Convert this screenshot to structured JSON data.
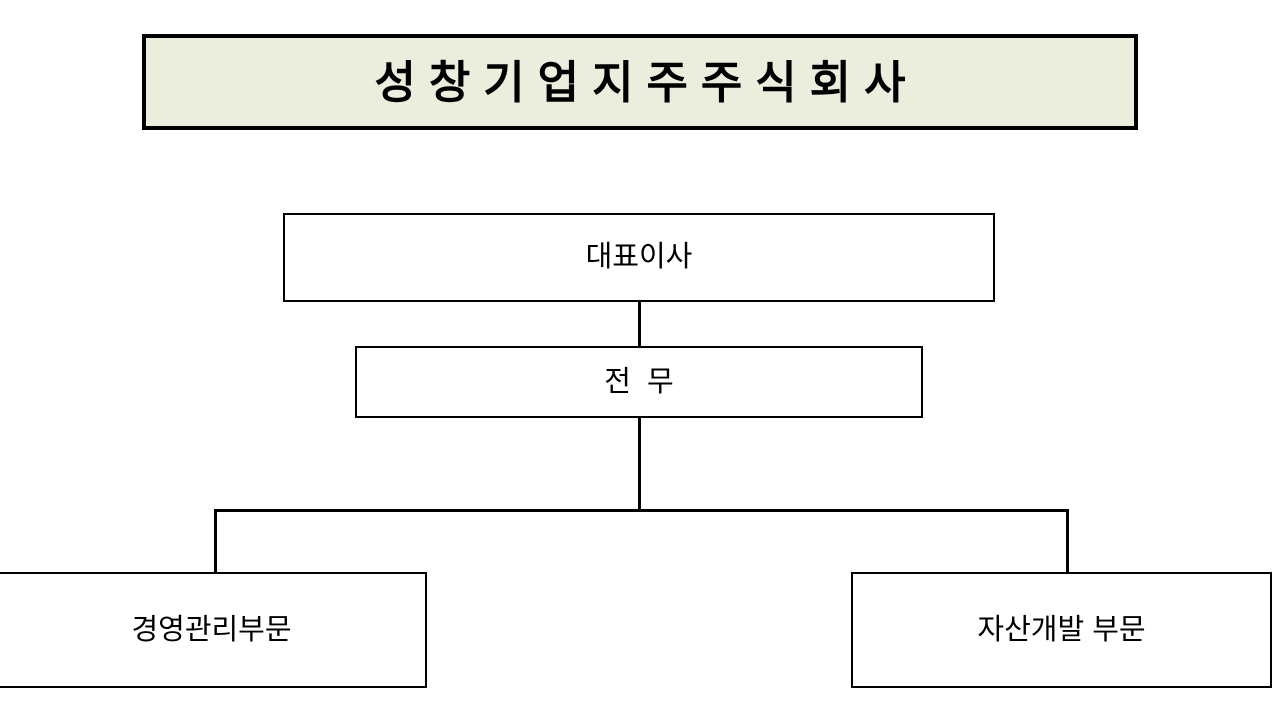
{
  "chart_data": {
    "type": "diagram",
    "diagram_type": "organizational-chart",
    "title": "성창기업지주주식회사",
    "nodes": [
      {
        "id": "company",
        "label": "성창기업지주주식회사",
        "level": 0,
        "role": "company-header"
      },
      {
        "id": "ceo",
        "label": "대표이사",
        "level": 1,
        "role": "executive"
      },
      {
        "id": "evp",
        "label": "전  무",
        "level": 2,
        "role": "executive"
      },
      {
        "id": "division-management",
        "label": "경영관리부문",
        "level": 3,
        "role": "division"
      },
      {
        "id": "division-asset",
        "label": "자산개발 부문",
        "level": 3,
        "role": "division"
      }
    ],
    "edges": [
      {
        "from": "ceo",
        "to": "evp"
      },
      {
        "from": "evp",
        "to": "division-management"
      },
      {
        "from": "evp",
        "to": "division-asset"
      }
    ]
  },
  "header": {
    "company_name": "성창기업지주주식회사",
    "background_color": "#EBEEDC",
    "border_color": "#000000"
  },
  "org": {
    "ceo": {
      "label": "대표이사"
    },
    "evp": {
      "label": "전  무"
    },
    "divisions": [
      {
        "label": "경영관리부문"
      },
      {
        "label": "자산개발 부문"
      }
    ]
  },
  "colors": {
    "header_fill": "#EBEEDC",
    "node_fill": "#FFFFFF",
    "line": "#000000",
    "text": "#000000",
    "page_background": "#FFFFFF"
  }
}
